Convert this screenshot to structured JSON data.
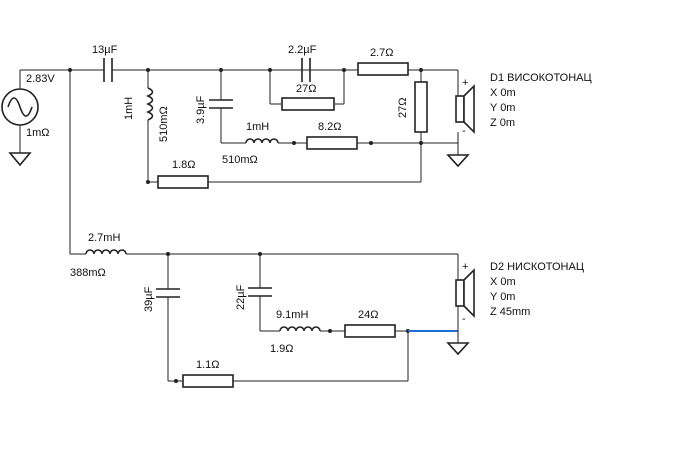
{
  "source": {
    "voltage": "2.83V",
    "resistance": "1mΩ"
  },
  "tweeter_section": {
    "c_series": "13µF",
    "l_shunt": "1mH",
    "l_shunt_res": "510mΩ",
    "c_shunt": "3.9µF",
    "r_shunt": "1.8Ω",
    "l_series": "1mH",
    "l_series_res": "510mΩ",
    "r_series_l": "8.2Ω",
    "c_parallel": "2.2µF",
    "r_parallel": "27Ω",
    "r_series": "2.7Ω",
    "r_load": "27Ω"
  },
  "woofer_section": {
    "l_series": "2.7mH",
    "l_series_res": "388mΩ",
    "c1": "39µF",
    "c2": "22µF",
    "l2": "9.1mH",
    "l2_res": "1.9Ω",
    "r2": "24Ω",
    "r1": "1.1Ω"
  },
  "drivers": [
    {
      "name": "D1 ВИСОКОТОНАЦ",
      "x": "X 0m",
      "y": "Y 0m",
      "z": "Z 0m",
      "plus": "+",
      "minus": "-"
    },
    {
      "name": "D2 НИСКОТОНАЦ",
      "x": "X 0m",
      "y": "Y 0m",
      "z": "Z 45mm",
      "plus": "+",
      "minus": "-"
    }
  ],
  "colors": {
    "wire": "#222222",
    "highlight_wire": "#1f6fd6"
  }
}
